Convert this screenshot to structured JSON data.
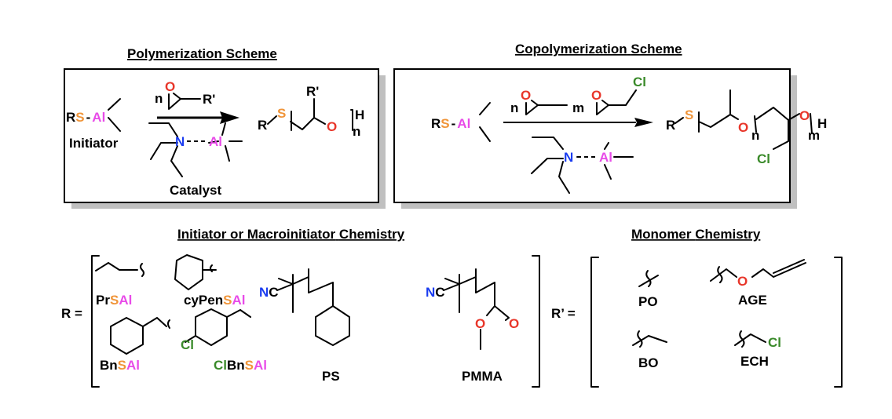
{
  "headers": {
    "polymerization": [
      "Polymerization",
      "Scheme"
    ],
    "copolymerization": [
      "Copolymerization",
      "Scheme"
    ],
    "initiator": [
      "Initiator or Macroinitiator",
      "Chemistry"
    ],
    "monomer": [
      "Monomer",
      "Chemistry"
    ]
  },
  "scheme1": {
    "initiator_label": "Initiator",
    "catalyst_label": "Catalyst",
    "monomer_coef": "n",
    "r_prime": "R'",
    "product_subscript": "n",
    "product_end": "H"
  },
  "scheme2": {
    "coef_n": "n",
    "coef_m": "m",
    "sub_n": "n",
    "sub_m": "m",
    "end": "H"
  },
  "atoms": {
    "R": "R",
    "S": "S",
    "Al": "Al",
    "N": "N",
    "O": "O",
    "Cl": "Cl",
    "C": "C"
  },
  "r_eq": "R =",
  "rprime_eq": "R’ =",
  "initiators": [
    {
      "prefix": "Pr",
      "s": "S",
      "al": "Al"
    },
    {
      "prefix": "cyPen",
      "s": "S",
      "al": "Al"
    },
    {
      "prefix": "Bn",
      "s": "S",
      "al": "Al"
    },
    {
      "cl": "Cl",
      "prefix": "Bn",
      "s": "S",
      "al": "Al"
    }
  ],
  "macroinitiators": [
    "PS",
    "PMMA"
  ],
  "monomers": [
    "PO",
    "AGE",
    "BO",
    "ECH"
  ]
}
